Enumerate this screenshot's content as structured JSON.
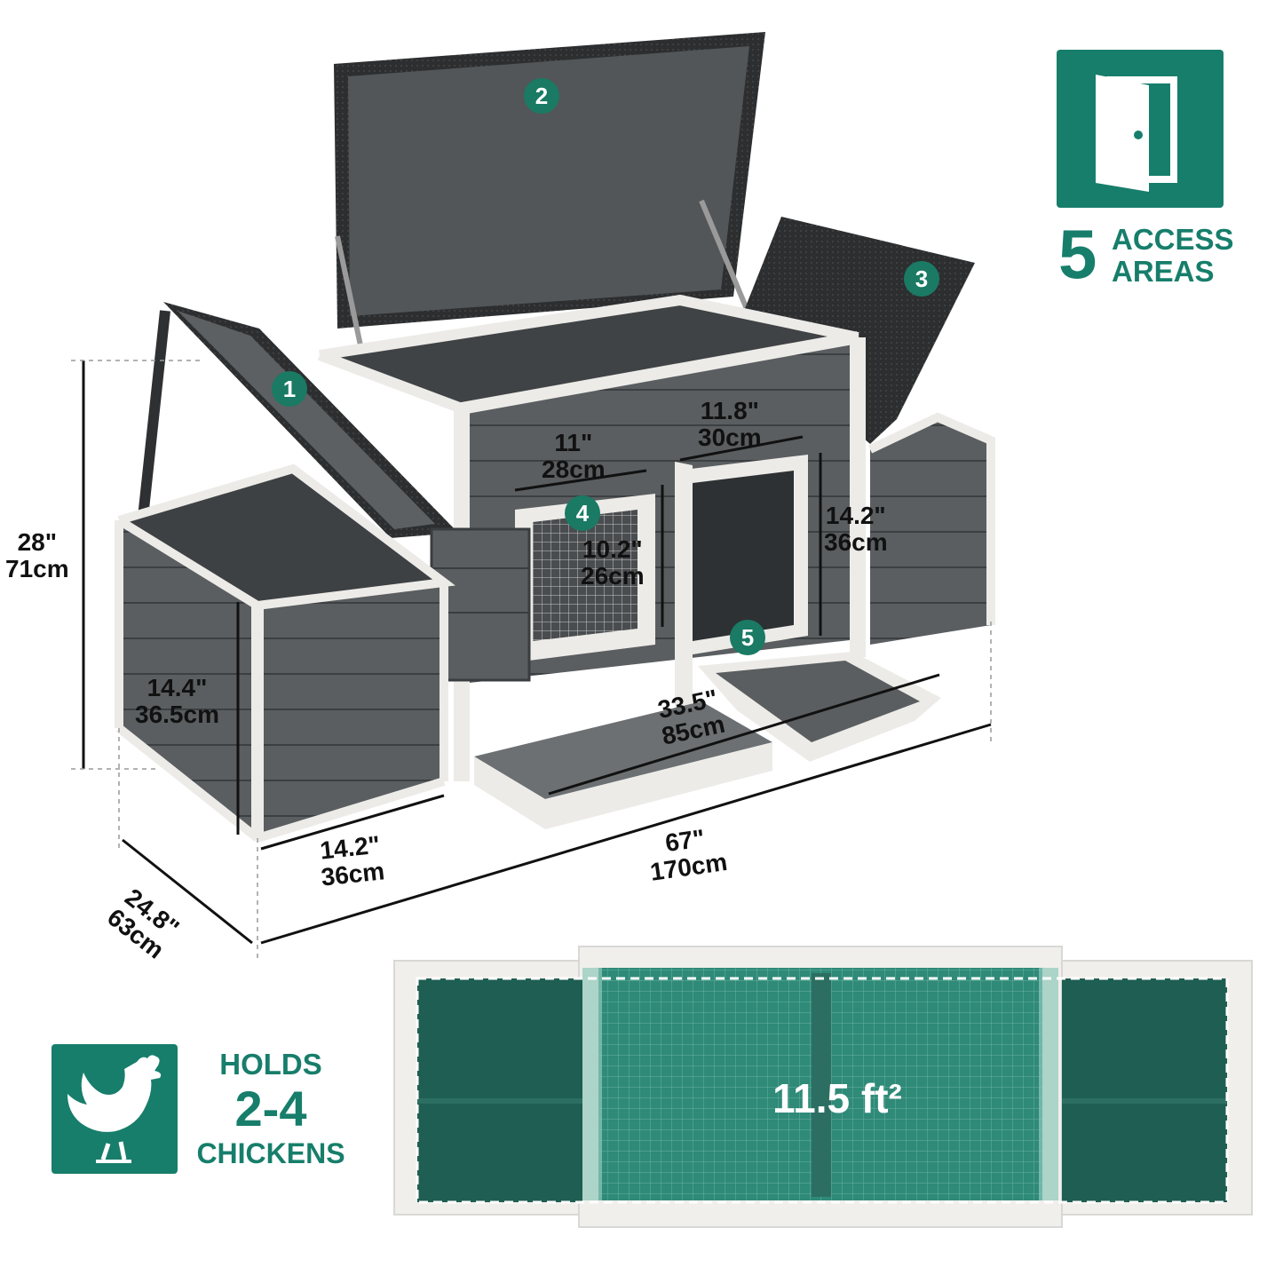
{
  "access": {
    "number": "5",
    "line1": "ACCESS",
    "line2": "AREAS",
    "icon": "door-icon"
  },
  "capacity": {
    "line1": "HOLDS",
    "line2": "2-4",
    "line3": "CHICKENS",
    "icon": "rooster-icon"
  },
  "floor_area": "11.5 ft²",
  "badges": [
    "1",
    "2",
    "3",
    "4",
    "5"
  ],
  "dimensions": {
    "height_total": {
      "in": "28\"",
      "cm": "71cm"
    },
    "side_height": {
      "in": "14.4\"",
      "cm": "36.5cm"
    },
    "side_width": {
      "in": "14.2\"",
      "cm": "36cm"
    },
    "depth": {
      "in": "24.8\"",
      "cm": "63cm"
    },
    "length_total": {
      "in": "67\"",
      "cm": "170cm"
    },
    "tray_length": {
      "in": "33.5\"",
      "cm": "85cm"
    },
    "window_width": {
      "in": "11\"",
      "cm": "28cm"
    },
    "window_height": {
      "in": "10.2\"",
      "cm": "26cm"
    },
    "door_width": {
      "in": "11.8\"",
      "cm": "30cm"
    },
    "door_height": {
      "in": "14.2\"",
      "cm": "36cm"
    }
  },
  "colors": {
    "brand": "#177e6b",
    "wood": "#5a5e60",
    "trim": "#e8e8e6",
    "roof": "#2e3032"
  }
}
